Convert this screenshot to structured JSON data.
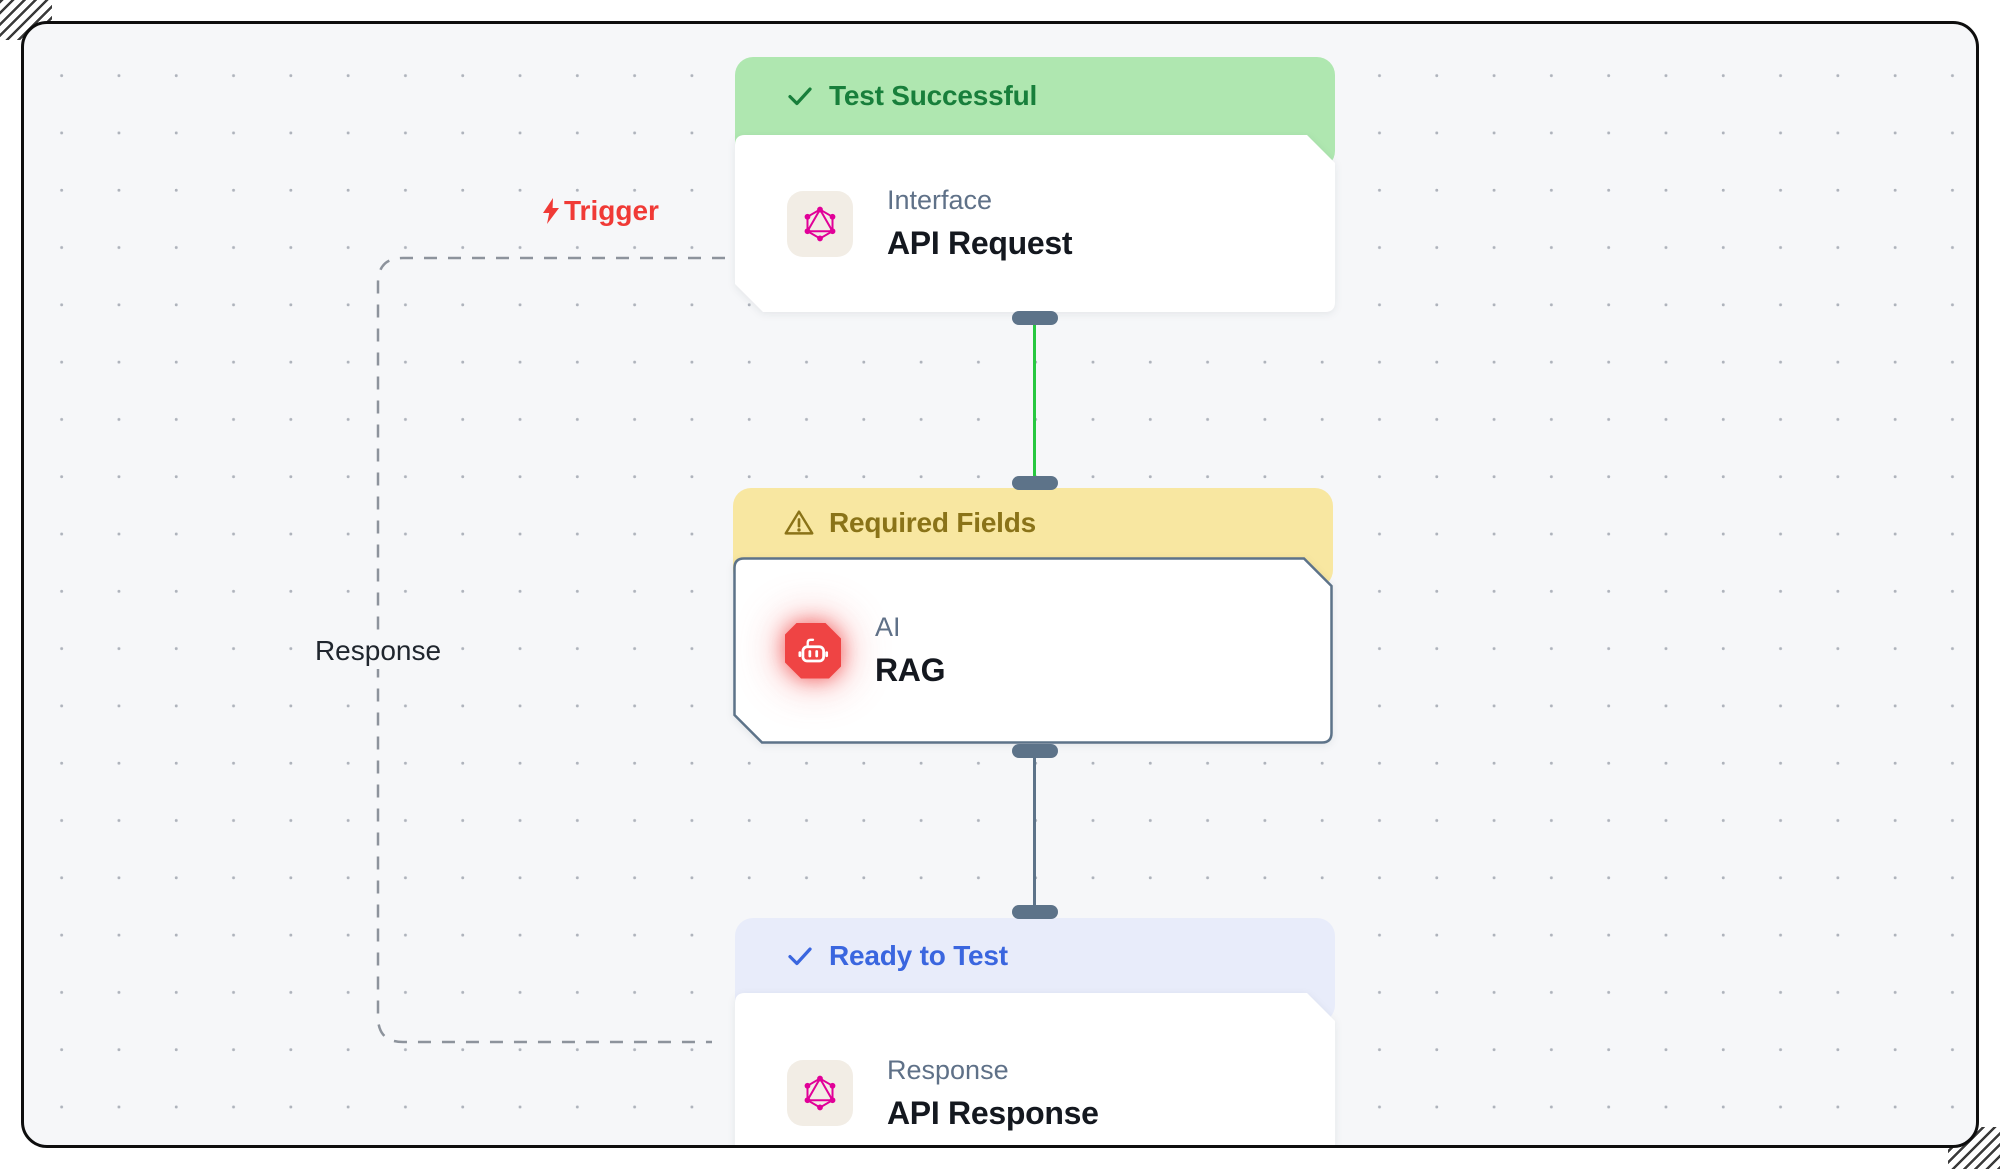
{
  "workflow": {
    "trigger_label": "Trigger",
    "response_label": "Response",
    "nodes": [
      {
        "id": "api-request",
        "status_label": "Test Successful",
        "status_type": "success",
        "status_icon": "check",
        "category": "Interface",
        "title": "API Request",
        "icon": "graphql"
      },
      {
        "id": "rag",
        "status_label": "Required Fields",
        "status_type": "warning",
        "status_icon": "warning-triangle",
        "category": "AI",
        "title": "RAG",
        "icon": "robot"
      },
      {
        "id": "api-response",
        "status_label": "Ready to Test",
        "status_type": "ready",
        "status_icon": "check",
        "category": "Response",
        "title": "API Response",
        "icon": "graphql"
      }
    ],
    "colors": {
      "canvas_bg": "#f6f7f9",
      "success_header_bg": "#afe7b0",
      "success_text": "#187f3b",
      "warning_header_bg": "#f8e7a1",
      "warning_text": "#8a7318",
      "ready_header_bg": "#e8ecfa",
      "ready_text": "#3a66df",
      "trigger_red": "#f03a36",
      "connector_active_green": "#27c840",
      "connector_idle_slate": "#5d7389",
      "dashed_edge_gray": "#8d939c",
      "graphql_magenta": "#e10098",
      "robot_red": "#ef4444",
      "node_border_slate": "#5d7389"
    }
  }
}
